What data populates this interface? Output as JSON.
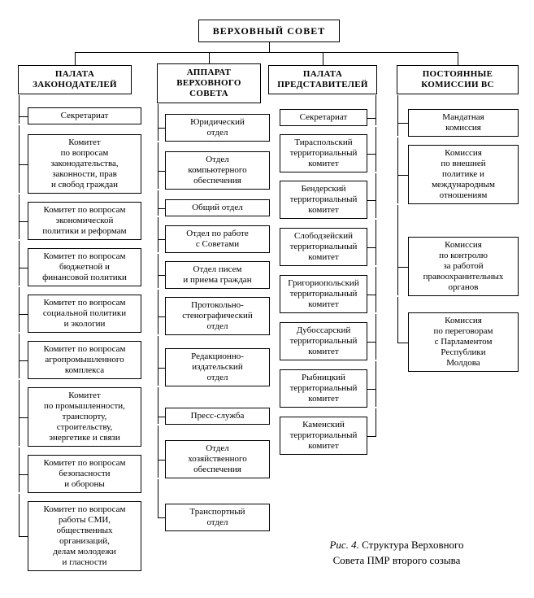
{
  "root": {
    "label": "ВЕРХОВНЫЙ СОВЕТ"
  },
  "columns": [
    {
      "header": "ПАЛАТА\nЗАКОНОДАТЕЛЕЙ",
      "items": [
        "Секретариат",
        "Комитет\nпо вопросам\nзаконодательства,\nзаконности, прав\nи свобод граждан",
        "Комитет по вопросам\nэкономической\nполитики и реформам",
        "Комитет по вопросам\nбюджетной и\nфинансовой политики",
        "Комитет по вопросам\nсоциальной политики\nи экологии",
        "Комитет по вопросам\nагропромышленного\nкомплекса",
        "Комитет\nпо промышленности,\nтранспорту,\nстроительству,\nэнергетике и связи",
        "Комитет по вопросам\nбезопасности\nи обороны",
        "Комитет по вопросам\nработы СМИ,\nобщественных\nорганизаций,\nделам молодежи\nи гласности"
      ]
    },
    {
      "header": "АППАРАТ\nВЕРХОВНОГО\nСОВЕТА",
      "items": [
        "Юридический\nотдел",
        "Отдел\nкомпьютерного\nобеспечения",
        "Общий отдел",
        "Отдел по работе\nс Советами",
        "Отдел писем\nи приема граждан",
        "Протокольно-\nстенографический\nотдел",
        "Редакционно-\nиздательский\nотдел",
        "Пресс-служба",
        "Отдел\nхозяйственного\nобеспечения",
        "Транспортный\nотдел"
      ]
    },
    {
      "header": "ПАЛАТА\nПРЕДСТАВИТЕЛЕЙ",
      "items": [
        "Секретариат",
        "Тираспольский\nтерриториальный\nкомитет",
        "Бендерский\nтерриториальный\nкомитет",
        "Слободзейский\nтерриториальный\nкомитет",
        "Григориопольский\nтерриториальный\nкомитет",
        "Дубоссарский\nтерриториальный\nкомитет",
        "Рыбницкий\nтерриториальный\nкомитет",
        "Каменский\nтерриториальный\nкомитет"
      ]
    },
    {
      "header": "ПОСТОЯННЫЕ\nКОМИССИИ ВС",
      "items": [
        "Мандатная\nкомиссия",
        "Комиссия\nпо внешней\nполитике и\nмеждународным\nотношениям",
        "Комиссия\nпо контролю\nза работой\nправоохранительных\nорганов",
        "Комиссия\nпо переговорам\nс Парламентом\nРеспублики\nМолдова"
      ]
    }
  ],
  "caption": {
    "prefix": "Рис. 4.",
    "text": "Структура Верховного\nСовета ПМР второго созыва"
  },
  "colors": {
    "line": "#000000",
    "box_border": "#000000",
    "box_background": "#ffffff",
    "page_background": "#ffffff",
    "text": "#000000"
  }
}
